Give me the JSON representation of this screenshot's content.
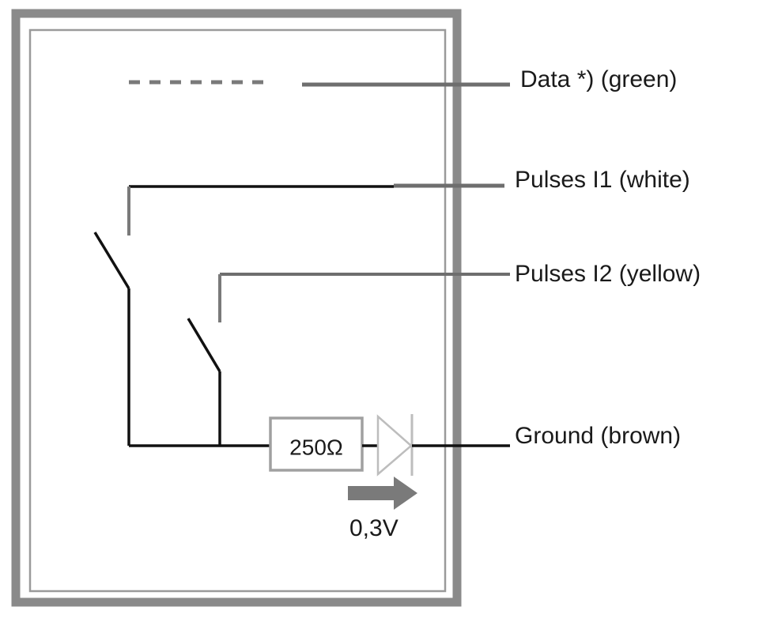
{
  "labels": {
    "data": "Data *) (green)",
    "pulses_i1": "Pulses I1 (white)",
    "pulses_i2": "Pulses I2 (yellow)",
    "ground": "Ground (brown)",
    "resistor": "250Ω",
    "voltage": "0,3V"
  },
  "colors": {
    "enclosure": "#8a8a8a",
    "inner_frame": "#9a9a9a",
    "wire": "#111111",
    "lead": "#6e6e6e",
    "arrow": "#7a7a7a",
    "diode": "#bdbdbd"
  }
}
